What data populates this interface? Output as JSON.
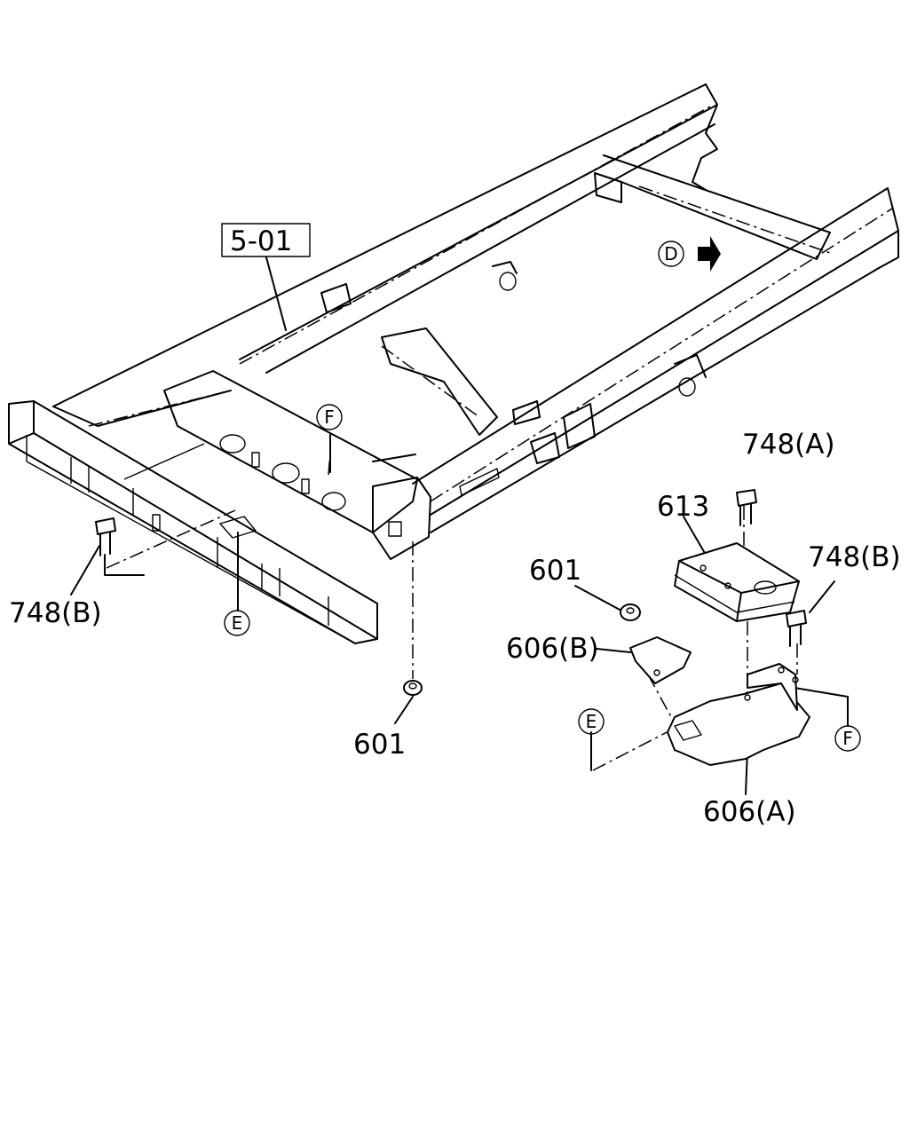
{
  "labels": {
    "frame_ref": "5-01",
    "bolt_748a": "748(A)",
    "module_613": "613",
    "bolt_748b_right": "748(B)",
    "nut_601_right": "601",
    "bracket_606b": "606(B)",
    "bracket_606a": "606(A)",
    "bolt_748b_left": "748(B)",
    "nut_601_bottom": "601"
  },
  "callouts": {
    "d": "D",
    "f_frame": "F",
    "e_frame": "E",
    "e_bracket": "E",
    "f_bracket": "F"
  }
}
